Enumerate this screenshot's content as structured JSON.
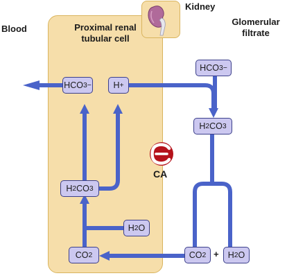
{
  "labels": {
    "blood": "Blood",
    "cell_line1": "Proximal renal",
    "cell_line2": "tubular cell",
    "kidney": "Kidney",
    "filtrate_line1": "Glomerular",
    "filtrate_line2": "filtrate",
    "enzyme": "CA",
    "plus": "+"
  },
  "molecules": {
    "hco3_cell": {
      "base": "HCO",
      "sub": "3",
      "sup": "−"
    },
    "h_cell": {
      "base": "H",
      "sub": "",
      "sup": "+"
    },
    "hco3_filtrate": {
      "base": "HCO",
      "sub": "3",
      "sup": "−"
    },
    "h2co3_filtrate": {
      "pre": "H",
      "pre_sub": "2",
      "base": "CO",
      "sub": "3"
    },
    "h2co3_cell": {
      "pre": "H",
      "pre_sub": "2",
      "base": "CO",
      "sub": "3"
    },
    "h2o_cell": {
      "pre": "H",
      "pre_sub": "2",
      "base": "O",
      "sub": ""
    },
    "co2_cell": {
      "base": "CO",
      "sub": "2"
    },
    "co2_filtrate": {
      "base": "CO",
      "sub": "2"
    },
    "h2o_filtrate": {
      "pre": "H",
      "pre_sub": "2",
      "base": "O",
      "sub": ""
    }
  },
  "colors": {
    "arrow": "#4a63c9",
    "box_fill": "#ccc8f0",
    "box_border": "#3b3f8a",
    "cell_fill": "#f6deaa",
    "enzyme": "#b5121b"
  },
  "icons": [
    "kidney-icon",
    "carbonic-anhydrase-icon"
  ]
}
